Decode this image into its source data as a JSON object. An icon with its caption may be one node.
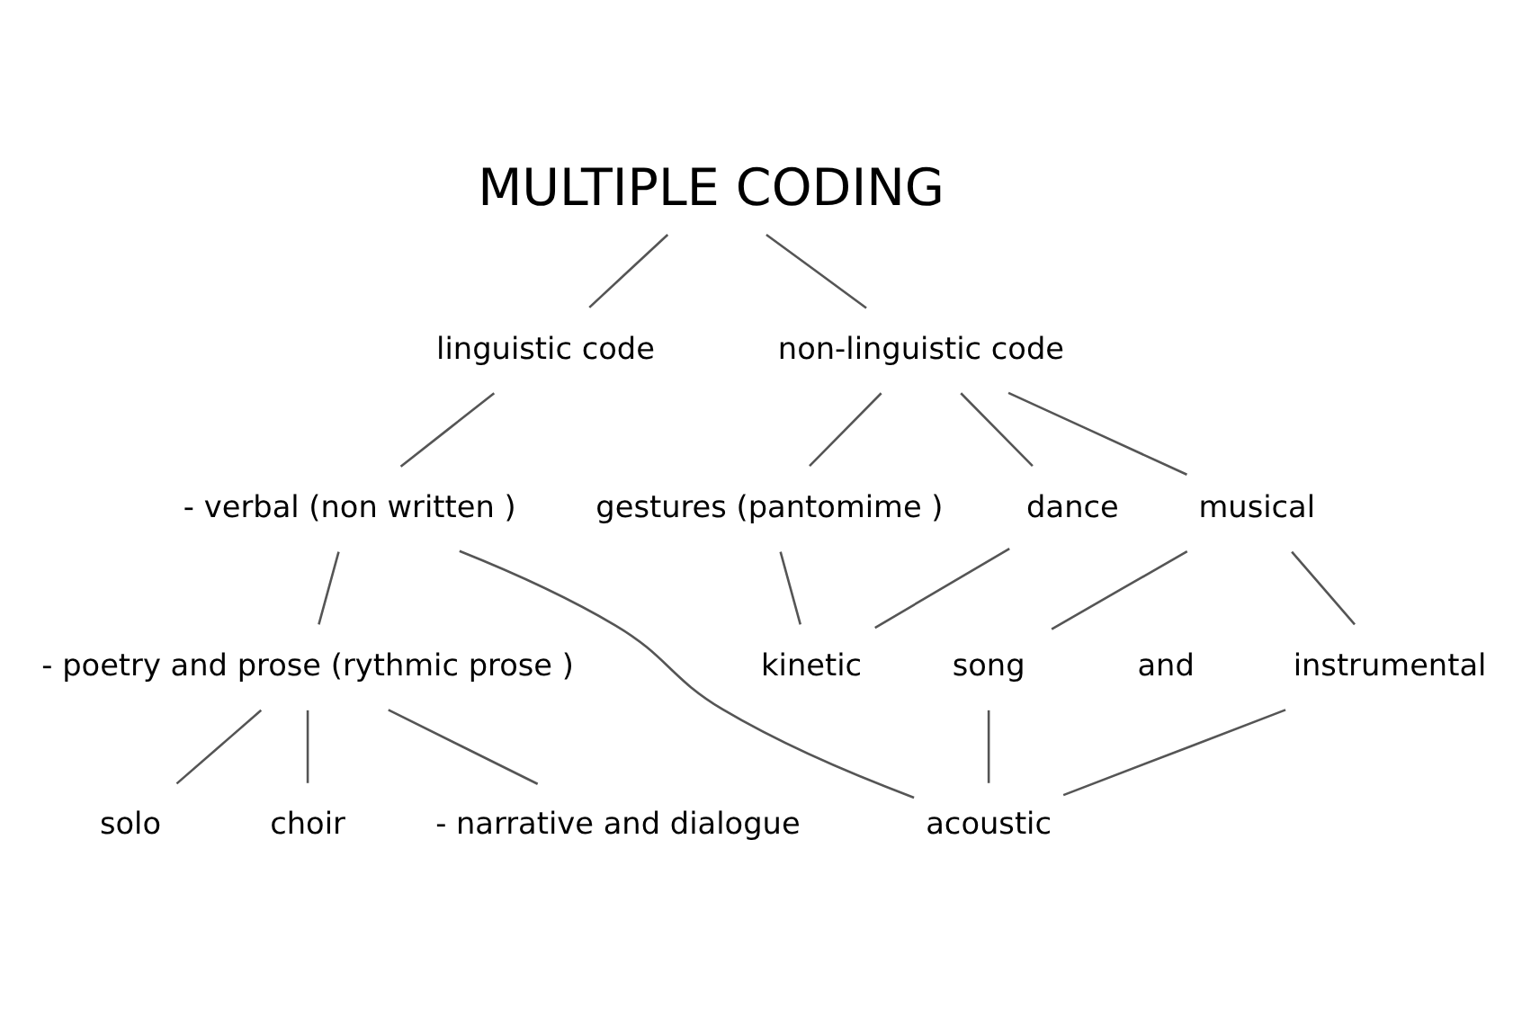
{
  "diagram": {
    "nodes": [
      {
        "text": [
          "MULTIPLE CODING"
        ]
      },
      {
        "text": [
          "linguistic code"
        ]
      },
      {
        "text": [
          "non-linguistic code"
        ]
      },
      {
        "text": [
          "- verbal (non written )"
        ]
      },
      {
        "text": [
          "musical"
        ]
      },
      {
        "text": [
          "gestures (pantomime )"
        ]
      },
      {
        "text": [
          "dance"
        ]
      },
      {
        "text": [
          "song"
        ]
      },
      {
        "text": [
          "instrumental"
        ]
      },
      {
        "text": [
          "kinetic"
        ]
      },
      {
        "text": [
          "acoustic"
        ]
      },
      {
        "text": [
          "- poetry and prose (rythmic prose )"
        ]
      },
      {
        "text": [
          "solo"
        ]
      },
      {
        "text": [
          "choir"
        ]
      },
      {
        "text": [
          "- narrative and dialogue"
        ]
      }
    ],
    "edges": [
      {
        "from": 0,
        "to": 1,
        "arrow": "none"
      },
      {
        "from": 0,
        "to": 2,
        "arrow": "none"
      },
      {
        "from": 1,
        "to": 3,
        "arrow": "none"
      },
      {
        "from": 2,
        "to": 4,
        "arrow": "none"
      },
      {
        "from": 2,
        "to": 5,
        "arrow": "none"
      },
      {
        "from": 2,
        "to": 6,
        "arrow": "none"
      },
      {
        "from": 4,
        "to": 7,
        "arrow": "none"
      },
      {
        "from": 4,
        "to": 8,
        "arrow": "none"
      },
      {
        "from": 5,
        "to": 9,
        "arrow": "none"
      },
      {
        "from": 6,
        "to": 9,
        "arrow": "none"
      },
      {
        "from": 3,
        "to": 10,
        "arrow": "none"
      },
      {
        "from": 7,
        "to": 10,
        "arrow": "none"
      },
      {
        "from": 8,
        "to": 10,
        "arrow": "none"
      },
      {
        "from": 3,
        "to": 11,
        "arrow": "none"
      },
      {
        "from": 11,
        "to": 12,
        "arrow": "none"
      },
      {
        "from": 11,
        "to": 13,
        "arrow": "none"
      },
      {
        "from": 11,
        "to": 14,
        "arrow": "none"
      }
    ],
    "labels": [
      "and"
    ]
  }
}
